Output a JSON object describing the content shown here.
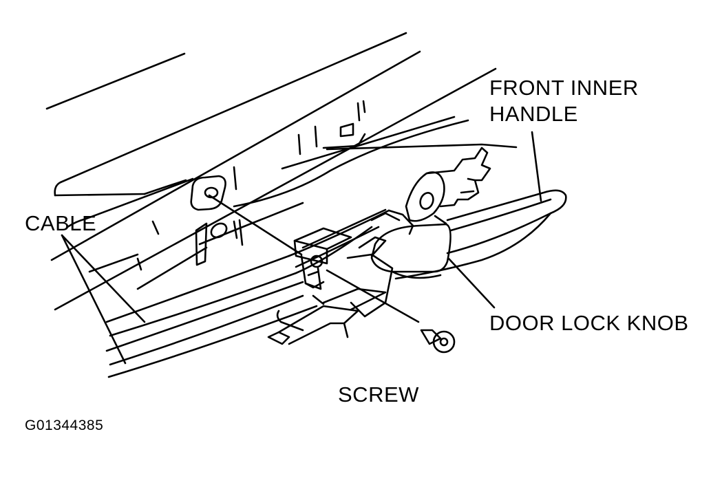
{
  "labels": {
    "front_inner_handle_line1": "FRONT INNER",
    "front_inner_handle_line2": "HANDLE",
    "cable": "CABLE",
    "door_lock_knob": "DOOR LOCK KNOB",
    "screw": "SCREW",
    "figure_code": "G01344385"
  },
  "colors": {
    "line": "#000000",
    "background": "#ffffff"
  }
}
